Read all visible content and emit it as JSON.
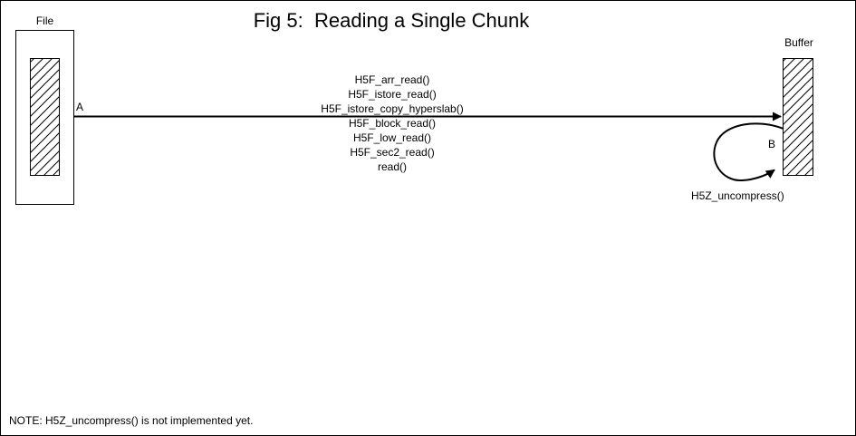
{
  "title": "Fig 5:  Reading a Single Chunk",
  "file_box": {
    "label": "File"
  },
  "buffer_box": {
    "label": "Buffer"
  },
  "read_path": {
    "marker_a": "A",
    "calls": [
      "H5F_arr_read()",
      "H5F_istore_read()",
      "H5F_istore_copy_hyperslab()",
      "H5F_block_read()",
      "H5F_low_read()",
      "H5F_sec2_read()",
      "read()"
    ]
  },
  "uncompress_loop": {
    "marker_b": "B",
    "label": "H5Z_uncompress()"
  },
  "note": "NOTE: H5Z_uncompress() is not implemented yet.",
  "colors": {
    "ink": "#000000",
    "background": "#ffffff"
  }
}
